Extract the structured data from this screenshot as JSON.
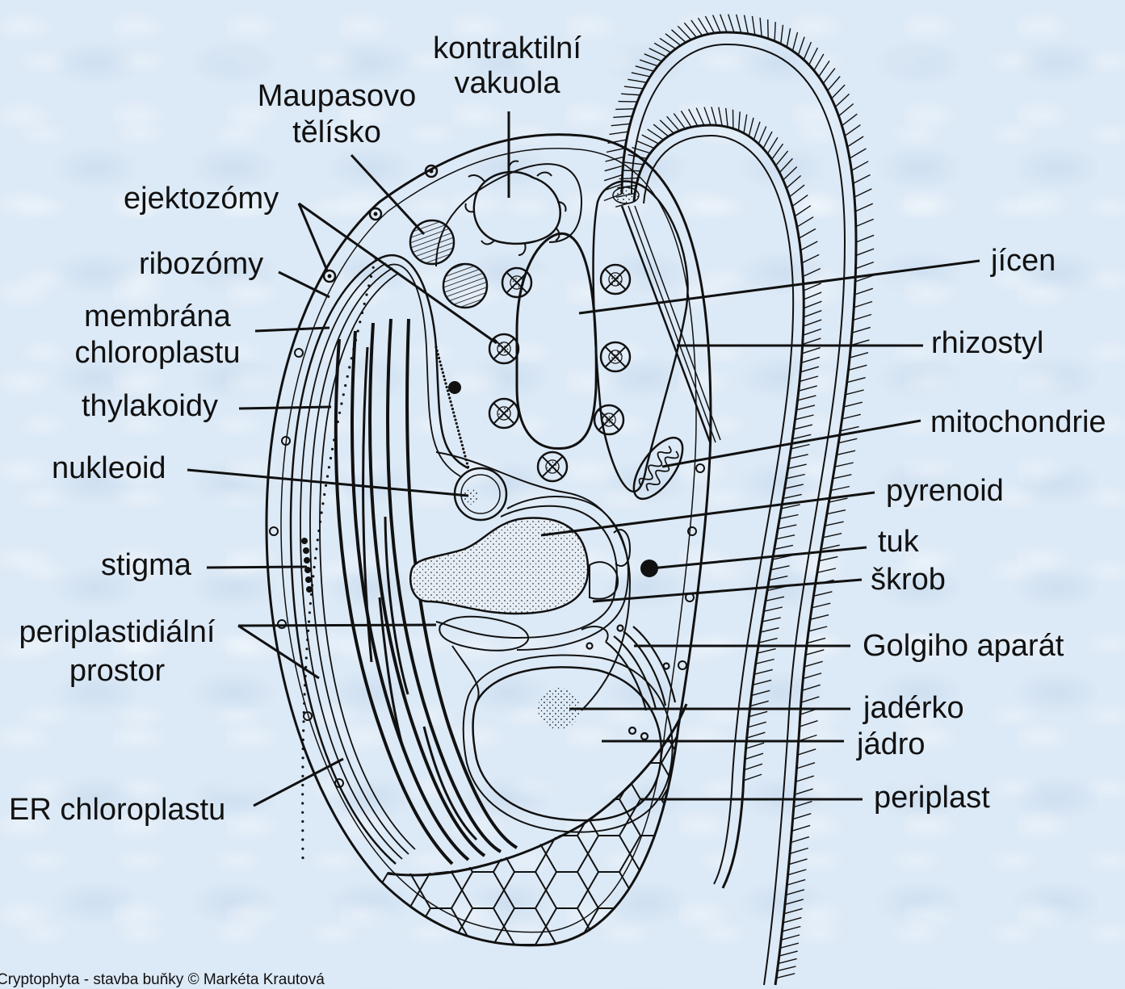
{
  "labels": {
    "kontraktilni_vakuola": [
      "kontraktilní",
      "vakuola"
    ],
    "maupasovo_telisko": [
      "Maupasovo",
      "tělísko"
    ],
    "ejektozomy": "ejektozómy",
    "ribozomy": "ribozómy",
    "membrana_chloroplastu": [
      "membrána",
      "chloroplastu"
    ],
    "thylakoidy": "thylakoidy",
    "nukleoid": "nukleoid",
    "stigma": "stigma",
    "periplastidialni_prostor": [
      "periplastidiální",
      "prostor"
    ],
    "er_chloroplastu": "ER chloroplastu",
    "jicen": "jícen",
    "rhizostyl": "rhizostyl",
    "mitochondrie": "mitochondrie",
    "pyrenoid": "pyrenoid",
    "tuk": "tuk",
    "skrob": "škrob",
    "golgiho_aparat": "Golgiho aparát",
    "jaderko": "jadérko",
    "jadro": "jádro",
    "periplast": "periplast"
  },
  "caption": "Cryptophyta - stavba buňky  © Markéta Krautová",
  "colors": {
    "background": "#dce9f6",
    "ink": "#111111",
    "pyrenoid_fill": "#e6eef5"
  }
}
